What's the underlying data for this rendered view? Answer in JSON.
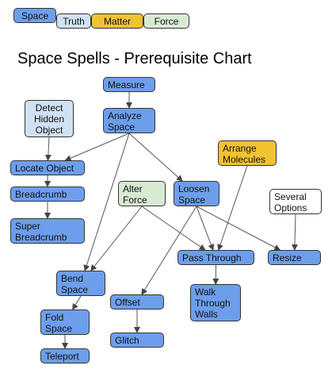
{
  "legend": [
    {
      "label": "Space",
      "color": "#6d9eeb"
    },
    {
      "label": "Truth",
      "color": "#cfe2f3"
    },
    {
      "label": "Matter",
      "color": "#f1c232"
    },
    {
      "label": "Force",
      "color": "#d9ead3"
    }
  ],
  "title": "Space Spells - Prerequisite Chart",
  "colors": {
    "space": "#6d9eeb",
    "truth": "#cfe2f3",
    "matter": "#f1c232",
    "force": "#d9ead3",
    "neutral": "#ffffff",
    "line": "#555555"
  },
  "nodes": {
    "measure": {
      "label": "Measure",
      "type": "space"
    },
    "analyze_space": {
      "label": "Analyze\nSpace",
      "type": "space"
    },
    "detect_hidden_object": {
      "label": "Detect\nHidden\nObject",
      "type": "truth"
    },
    "locate_object": {
      "label": "Locate Object",
      "type": "space"
    },
    "breadcrumb": {
      "label": "Breadcrumb",
      "type": "space"
    },
    "super_breadcrumb": {
      "label": "Super\nBreadcrumb",
      "type": "space"
    },
    "arrange_molecules": {
      "label": "Arrange\nMolecules",
      "type": "matter"
    },
    "alter_force": {
      "label": "Alter\nForce",
      "type": "force"
    },
    "loosen_space": {
      "label": "Loosen\nSpace",
      "type": "space"
    },
    "several_options": {
      "label": "Several\nOptions",
      "type": "neutral"
    },
    "pass_through": {
      "label": "Pass Through",
      "type": "space"
    },
    "resize": {
      "label": "Resize",
      "type": "space"
    },
    "bend_space": {
      "label": "Bend\nSpace",
      "type": "space"
    },
    "walk_through_walls": {
      "label": "Walk\nThrough\nWalls",
      "type": "space"
    },
    "offset": {
      "label": "Offset",
      "type": "space"
    },
    "fold_space": {
      "label": "Fold\nSpace",
      "type": "space"
    },
    "glitch": {
      "label": "Glitch",
      "type": "space"
    },
    "teleport": {
      "label": "Teleport",
      "type": "space"
    }
  },
  "edges": [
    {
      "from": "measure",
      "to": "analyze_space"
    },
    {
      "from": "analyze_space",
      "to": "locate_object"
    },
    {
      "from": "detect_hidden_object",
      "to": "locate_object"
    },
    {
      "from": "analyze_space",
      "to": "loosen_space"
    },
    {
      "from": "analyze_space",
      "to": "bend_space"
    },
    {
      "from": "locate_object",
      "to": "breadcrumb"
    },
    {
      "from": "breadcrumb",
      "to": "super_breadcrumb"
    },
    {
      "from": "alter_force",
      "to": "bend_space"
    },
    {
      "from": "alter_force",
      "to": "pass_through"
    },
    {
      "from": "loosen_space",
      "to": "offset"
    },
    {
      "from": "loosen_space",
      "to": "pass_through"
    },
    {
      "from": "loosen_space",
      "to": "resize"
    },
    {
      "from": "arrange_molecules",
      "to": "pass_through"
    },
    {
      "from": "several_options",
      "to": "resize"
    },
    {
      "from": "pass_through",
      "to": "walk_through_walls"
    },
    {
      "from": "bend_space",
      "to": "fold_space"
    },
    {
      "from": "fold_space",
      "to": "teleport"
    },
    {
      "from": "offset",
      "to": "glitch"
    }
  ]
}
